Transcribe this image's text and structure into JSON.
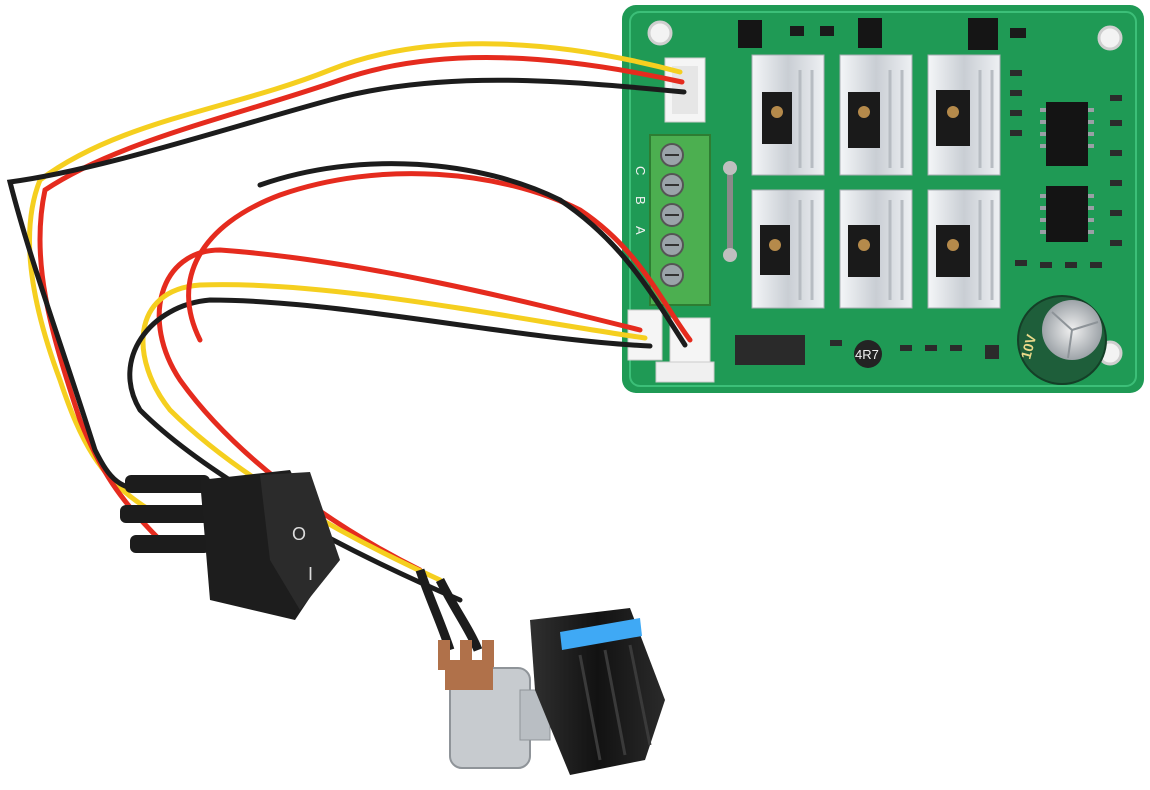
{
  "image": {
    "subject": "brushless-dc-motor-controller-board",
    "colors": {
      "background": "#ffffff",
      "pcb": "#1f9a55",
      "pcb_dark": "#157a42",
      "silk": "#f2f2f2",
      "terminal_block": "#4caf50",
      "heatsink": "#d9dde2",
      "wire_red": "#e52b1e",
      "wire_yellow": "#f5cf1f",
      "wire_black": "#1c1c1c",
      "capacitor": "#1e5e3a",
      "knob": "#1b1b1b",
      "knob_stripe": "#3fa9f5"
    },
    "board_labels": {
      "phase_c": "C",
      "phase_b": "B",
      "phase_a": "A",
      "inductor": "4R7",
      "capacitor": "10V"
    },
    "switch_labels": {
      "off_symbol": "O",
      "on_symbol": "I"
    },
    "icons": [
      "rocker-switch-icon",
      "potentiometer-knob-icon",
      "screw-terminal-icon",
      "electrolytic-capacitor-icon"
    ]
  }
}
